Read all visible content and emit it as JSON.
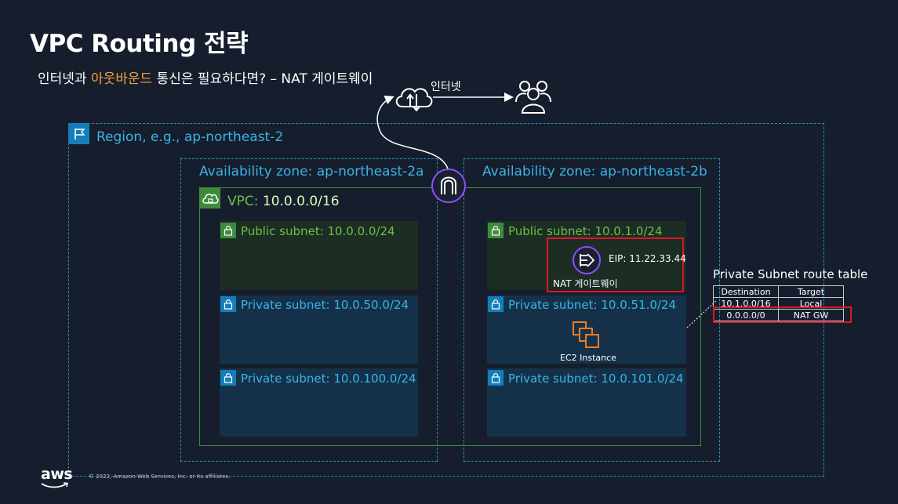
{
  "slide": {
    "title": "VPC Routing 전략",
    "subtitle_before": "인터넷과 ",
    "subtitle_highlight": "아웃바운드",
    "subtitle_after": " 통신은 필요하다면? – NAT 게이트웨이"
  },
  "internet": {
    "label": "인터넷",
    "cloud_icon": "cloud-upload-download-icon",
    "users_icon": "users-icon"
  },
  "region": {
    "label": "Region, e.g., ap-northeast-2",
    "icon": "flag-icon"
  },
  "availability_zones": [
    {
      "label": "Availability zone: ap-northeast-2a"
    },
    {
      "label": "Availability zone: ap-northeast-2b"
    }
  ],
  "internet_gateway": {
    "icon": "internet-gateway-icon"
  },
  "vpc": {
    "label": "VPC: ",
    "cidr": "10.0.0.0/16",
    "icon": "vpc-cloud-icon"
  },
  "subnets": {
    "az_a": [
      {
        "label": "Public subnet: 10.0.0.0/24",
        "kind": "public"
      },
      {
        "label": "Private subnet: 10.0.50.0/24",
        "kind": "private"
      },
      {
        "label": "Private subnet: 10.0.100.0/24",
        "kind": "private"
      }
    ],
    "az_b": [
      {
        "label": "Public subnet: 10.0.1.0/24",
        "kind": "public"
      },
      {
        "label": "Private subnet: 10.0.51.0/24",
        "kind": "private"
      },
      {
        "label": "Private subnet: 10.0.101.0/24",
        "kind": "private"
      }
    ]
  },
  "nat_gateway": {
    "eip": "EIP: 11.22.33.44",
    "label": "NAT 게이트웨이",
    "icon": "nat-gateway-icon"
  },
  "ec2": {
    "label": "EC2 Instance",
    "icon": "ec2-instance-icon"
  },
  "route_table": {
    "title": "Private Subnet route table",
    "headers": [
      "Destination",
      "Target"
    ],
    "rows": [
      [
        "10.1.0.0/16",
        "Local"
      ],
      [
        "0.0.0.0/0",
        "NAT GW"
      ]
    ]
  },
  "footer": {
    "logo": "aws",
    "copyright": "© 2022, Amazon Web Services, Inc. or its affiliates."
  },
  "colors": {
    "background": "#161e2d",
    "region_blue": "#3ab3e6",
    "vpc_green": "#6fbf45",
    "highlight_red": "#e0142a",
    "highlight_orange": "#f7a13a",
    "igw_purple": "#8c4fff"
  }
}
